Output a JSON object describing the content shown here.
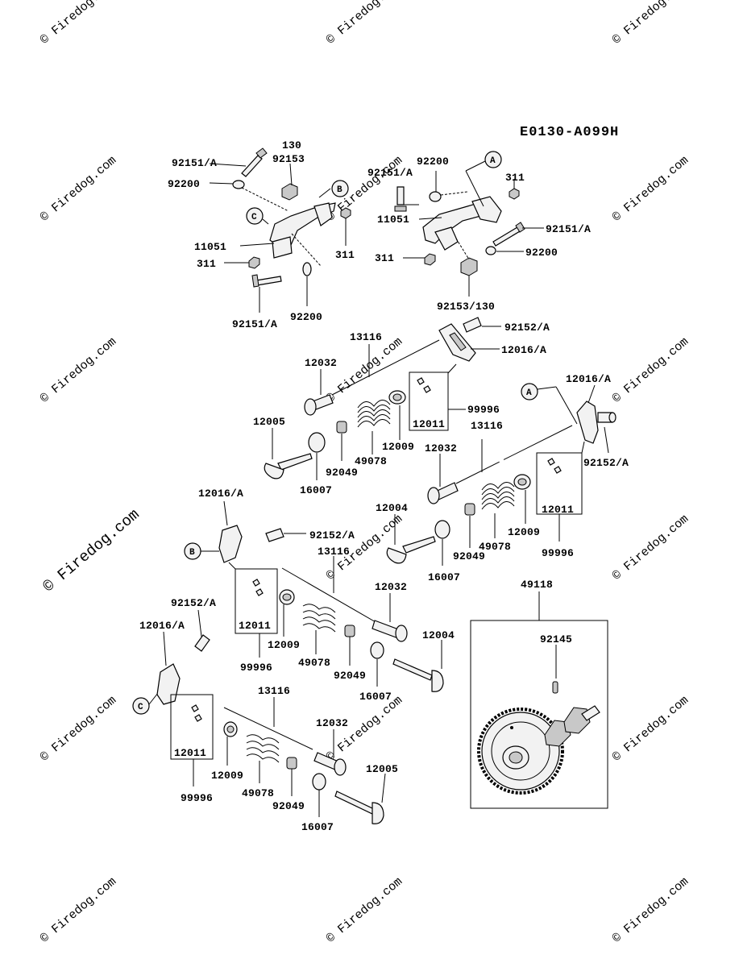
{
  "diagram": {
    "reference_code": "E0130-A099H",
    "watermark": "© Firedog.com",
    "parts": {
      "p92151A": "92151/A",
      "p130": "130",
      "p92153": "92153",
      "p92200": "92200",
      "p11051": "11051",
      "p311": "311",
      "p92153_130": "92153/130",
      "p92152A": "92152/A",
      "p12016A": "12016/A",
      "p13116": "13116",
      "p12032": "12032",
      "p99996": "99996",
      "p12011": "12011",
      "p12009": "12009",
      "p49078": "49078",
      "p92049": "92049",
      "p16007": "16007",
      "p12005": "12005",
      "p12004": "12004",
      "p49118": "49118",
      "p92145": "92145"
    },
    "callouts": {
      "a": "A",
      "b": "B",
      "c": "C"
    }
  }
}
